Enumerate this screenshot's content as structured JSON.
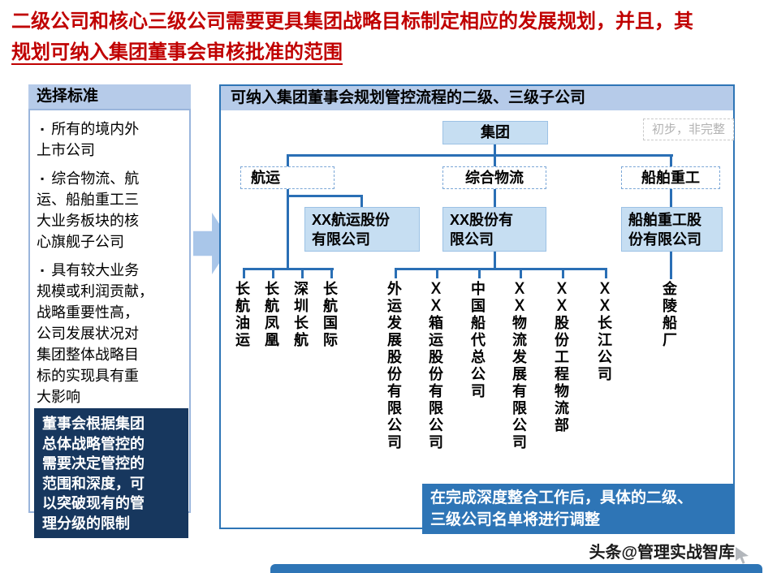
{
  "title": {
    "line1": "二级公司和核心三级公司需要更具集团战略目标制定相应的发展规划，并且，其",
    "line2": "规划可纳入集团董事会审核批准的范围"
  },
  "bullet_marker": "▪",
  "left_panel": {
    "header": "选择标准",
    "bullets": [
      "所有的境内外\n上市公司",
      "综合物流、航\n运、船舶重工三\n大业务板块的核\n心旗舰子公司",
      "具有较大业务\n规模或利润贡献，\n战略重要性高，\n公司发展状况对\n集团整体战略目\n标的实现具有重\n大影响"
    ],
    "note": "董事会根据集团\n总体战略管控的\n需要决定管控的\n范围和深度，可\n以突破现有的管\n理分级的限制"
  },
  "right_panel": {
    "header": "可纳入集团董事会规划管控流程的二级、三级子公司",
    "watermark": "初步，非完整",
    "org": {
      "root": "集团",
      "branches": [
        {
          "name": "航运",
          "company": "XX航运股份\n有限公司",
          "children": [
            "长航油运",
            "长航凤凰",
            "深圳长航",
            "长航国际"
          ]
        },
        {
          "name": "综合物流",
          "company": "XX股份有\n限公司",
          "children": [
            "外运发展股份有限公司",
            "ＸＸ箱运股份有限公司",
            "中国船代总公司",
            "ＸＸ物流发展有限公司",
            "ＸＸ股份工程物流部",
            "ＸＸ长江公司"
          ]
        },
        {
          "name": "船舶重工",
          "company": "船舶重工股\n份有限公司",
          "children": [
            "金陵船厂"
          ]
        }
      ]
    },
    "footnote": "在完成深度整合工作后，具体的二级、\n三级公司名单将进行调整"
  },
  "footer": {
    "credit": "头条@管理实战智库"
  },
  "colors": {
    "title_red": "#c00000",
    "accent_blue": "#2a6fb5",
    "panel_border": "#2e75b6",
    "header_fill": "#b6cbe9",
    "box_fill": "#c6def2",
    "dark_navy": "#17375e",
    "arrow_blue": "#a9c6e9"
  }
}
